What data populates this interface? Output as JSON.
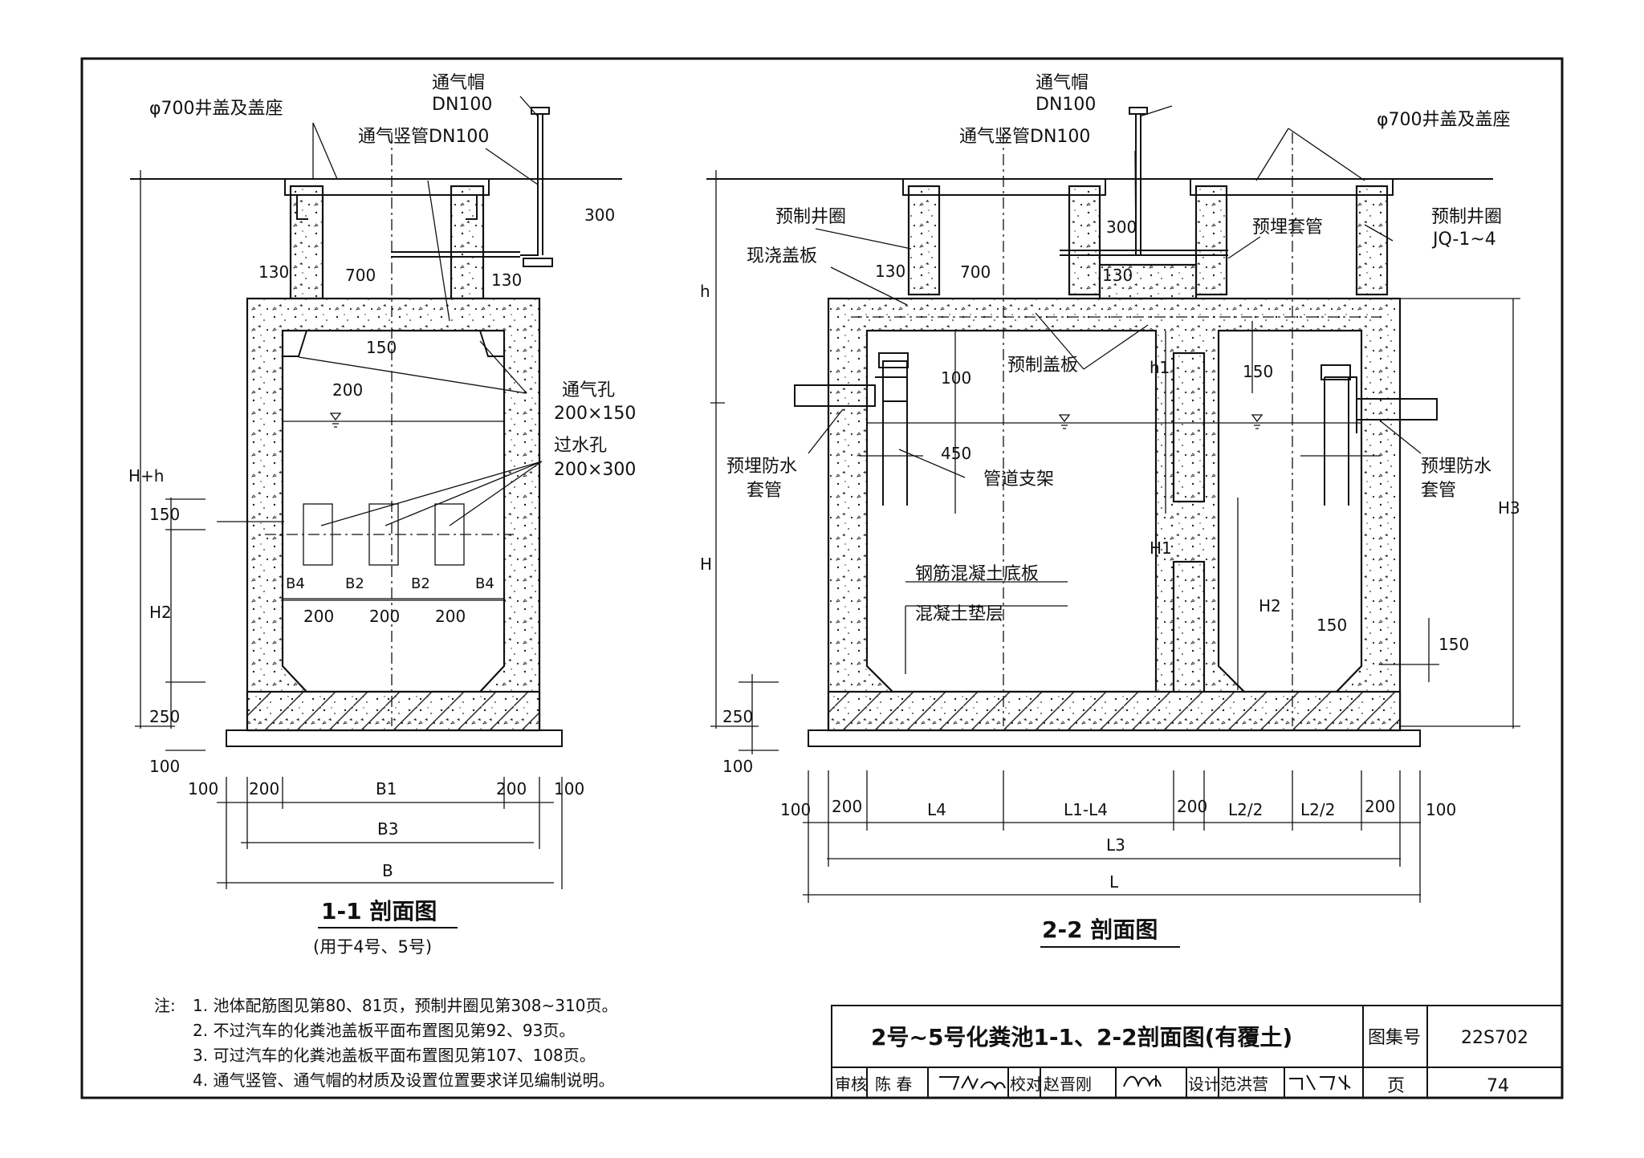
{
  "section_1": {
    "title": "1-1  剖面图",
    "subtitle": "(用于4号、5号)",
    "labels": {
      "cover": "φ700井盖及盖座",
      "vent_cap": "通气帽",
      "vent_cap_dn": "DN100",
      "vent_pipe": "通气竖管DN100",
      "air_hole": "通气孔",
      "air_hole_size": "200×150",
      "water_hole": "过水孔",
      "water_hole_size": "200×300"
    },
    "dims": {
      "d300": "300",
      "d130a": "130",
      "d700": "700",
      "d130b": "130",
      "d150top": "150",
      "d200": "200",
      "hh": "H+h",
      "h150": "150",
      "h2": "H2",
      "h250": "250",
      "h100": "100",
      "b4a": "B4",
      "b2a": "B2",
      "b2b": "B2",
      "b4b": "B4",
      "s200a": "200",
      "s200b": "200",
      "s200c": "200",
      "w100a": "100",
      "w200a": "200",
      "b1": "B1",
      "w200b": "200",
      "w100b": "100",
      "b3": "B3",
      "b": "B"
    }
  },
  "section_2": {
    "title": "2-2 剖面图",
    "labels": {
      "vent_cap": "通气帽",
      "vent_cap_dn": "DN100",
      "vent_pipe": "通气竖管DN100",
      "cover": "φ700井盖及盖座",
      "precast_ring": "预制井圈",
      "precast_ring_r": "预制井圈",
      "ring_code": "JQ-1~4",
      "cast_cover": "现浇盖板",
      "sleeve": "预埋套管",
      "precast_slab": "预制盖板",
      "wp_sleeve_l1": "预埋防水",
      "wp_sleeve_l2": "套管",
      "wp_sleeve_r1": "预埋防水",
      "wp_sleeve_r2": "套管",
      "support": "管道支架",
      "rc_base": "钢筋混凝土底板",
      "cushion": "混凝土垫层"
    },
    "dims": {
      "h": "h",
      "H": "H",
      "d130a": "130",
      "d700": "700",
      "d300": "300",
      "d130b": "130",
      "h1": "h1",
      "d100": "100",
      "d450": "450",
      "d150": "150",
      "H1": "H1",
      "H2": "H2",
      "d150b": "150",
      "d150c": "150",
      "H3": "H3",
      "d250": "250",
      "d100b": "100",
      "l100a": "100",
      "l200a": "200",
      "l4": "L4",
      "l1l4": "L1-L4",
      "l200b": "200",
      "l2a": "L2/2",
      "l2b": "L2/2",
      "l200c": "200",
      "l100b": "100",
      "l3": "L3",
      "l": "L"
    }
  },
  "notes": {
    "head": "注:",
    "items": [
      "1. 池体配筋图见第80、81页，预制井圈见第308~310页。",
      "2. 不过汽车的化粪池盖板平面布置图见第92、93页。",
      "3. 可过汽车的化粪池盖板平面布置图见第107、108页。",
      "4. 通气竖管、通气帽的材质及设置位置要求详见编制说明。"
    ]
  },
  "title_block": {
    "title": "2号~5号化粪池1-1、2-2剖面图(有覆土)",
    "atlas_label": "图集号",
    "atlas_no": "22S702",
    "review_label": "审核",
    "reviewer": "陈 春",
    "check_label": "校对",
    "checker": "赵晋刚",
    "design_label": "设计",
    "designer": "范洪营",
    "page_label": "页",
    "page_no": "74"
  }
}
